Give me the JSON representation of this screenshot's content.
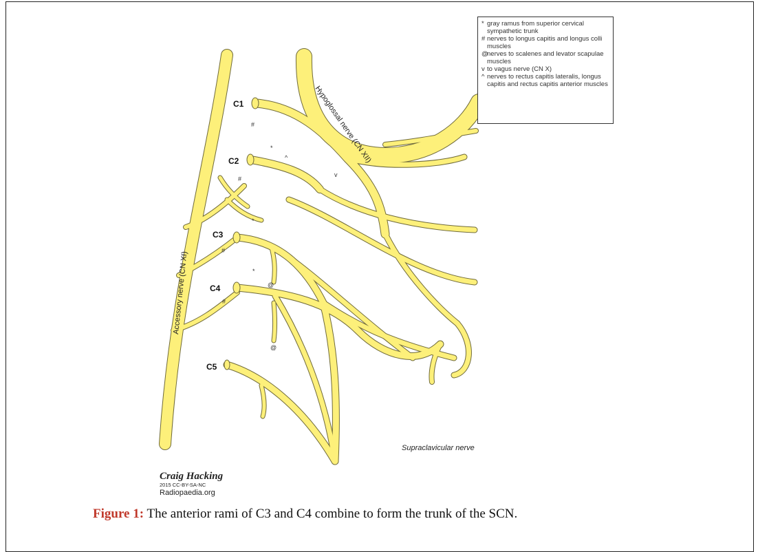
{
  "figure": {
    "caption_label": "Figure 1:",
    "caption_text": " The anterior rami of C3 and C4 combine to form the trunk of the SCN."
  },
  "diagram": {
    "levels": [
      "C1",
      "C2",
      "C3",
      "C4",
      "C5"
    ],
    "nerve_labels": {
      "hypoglossal": "Hypoglossal nerve (CN XII)",
      "accessory": "Accessory nerve (CN XI)",
      "supraclavicular": "Supraclavicular nerve"
    },
    "branch_marks": {
      "hash": "#",
      "star": "*",
      "at": "@",
      "vagus": "v",
      "caret": "^"
    },
    "nerve_color": "#fdf07a",
    "outline_color": "#6f6a3a"
  },
  "legend": [
    {
      "symbol": "*",
      "text": "gray ramus from superior cervical sympathetic trunk"
    },
    {
      "symbol": "#",
      "text": "nerves to longus capitis and longus colli muscles"
    },
    {
      "symbol": "@",
      "text": "nerves to scalenes and levator scapulae muscles"
    },
    {
      "symbol": "v",
      "text": "to vagus nerve (CN X)"
    },
    {
      "symbol": "^",
      "text": "nerves to rectus capitis lateralis, longus capitis and rectus capitis anterior muscles"
    }
  ],
  "credit": {
    "author": "Craig Hacking",
    "license": "2015 CC-BY-SA-NC",
    "site": "Radiopaedia.org"
  }
}
